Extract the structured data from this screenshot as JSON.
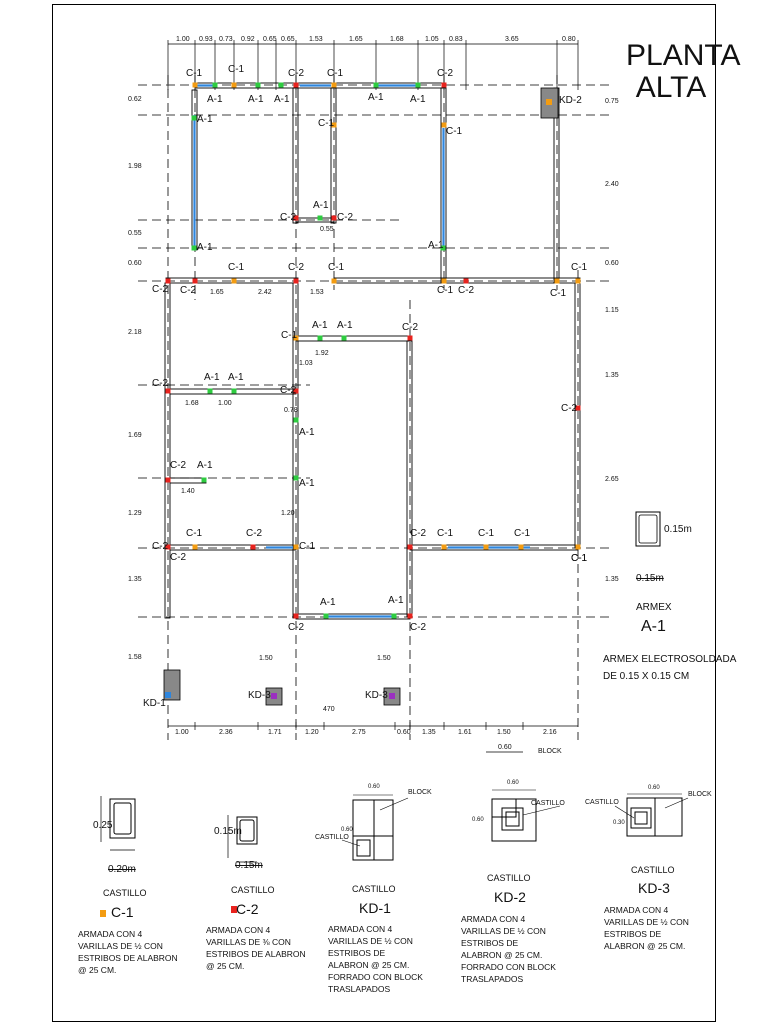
{
  "title": {
    "line1": "PLANTA",
    "line2": "ALTA"
  },
  "column_tags": {
    "c1": "C-1",
    "c2": "C-2",
    "a1": "A-1",
    "kd1": "KD-1",
    "kd2": "KD-2",
    "kd3": "KD-3"
  },
  "top_dims": [
    "1.00",
    "0.93",
    "0.73",
    "0.92",
    "0.65",
    "0.65",
    "1.53",
    "1.65",
    "1.68",
    "1.05",
    "0.83",
    "3.65",
    "0.80"
  ],
  "bottom_dims": [
    "1.00",
    "2.36",
    "1.71",
    "1.20",
    "2.75",
    "0.60",
    "1.35",
    "1.61",
    "1.50",
    "2.16"
  ],
  "left_dims": [
    "0.62",
    "1.98",
    "0.55",
    "0.60",
    "2.18",
    "1.69",
    "1.29",
    "1.35",
    "1.58"
  ],
  "right_dims": [
    "0.75",
    "2.40",
    "0.60",
    "1.15",
    "1.35",
    "2.65",
    "1.35"
  ],
  "interior_dims": [
    "0.55",
    "1.65",
    "2.42",
    "1.53",
    "1.92",
    "1.03",
    "1.68",
    "1.00",
    "0.78",
    "1.40",
    "1.20",
    "1.50",
    "1.50",
    "470",
    "0.60"
  ],
  "block_label": "BLOCK",
  "armex": {
    "size_v": "0.15m",
    "size_h": "0.15m",
    "name": "ARMEX",
    "code": "A-1",
    "desc_line1": "ARMEX ELECTROSOLDADA",
    "desc_line2": "DE 0.15 X 0.15 CM"
  },
  "details": [
    {
      "code": "C-1",
      "kind": "CASTILLO",
      "dim_v": "0.25",
      "dim_h": "0.20m",
      "color": "#f39c12",
      "note": "ARMADA CON 4 VARILLAS DE ½ CON ESTRIBOS DE ALABRON @ 25 CM."
    },
    {
      "code": "C-2",
      "kind": "CASTILLO",
      "dim_v": "0.15m",
      "dim_h": "0.15m",
      "color": "#e8231e",
      "note": "ARMADA CON 4 VARILLAS DE ⅜ CON ESTRIBOS DE ALABRON @ 25 CM."
    },
    {
      "code": "KD-1",
      "kind": "CASTILLO",
      "dim_v": "0.60",
      "dim_h": "0.60",
      "label_castillo": "CASTILLO",
      "label_block": "BLOCK",
      "note": "ARMADA CON 4 VARILLAS DE ½ CON ESTRIBOS DE ALABRON @ 25 CM. FORRADO CON BLOCK TRASLAPADOS"
    },
    {
      "code": "KD-2",
      "kind": "CASTILLO",
      "dim_v": "0.60",
      "dim_h": "0.60",
      "label_castillo": "CASTILLO",
      "label_block": "BLOCK",
      "note": "ARMADA CON 4 VARILLAS DE ½ CON ESTRIBOS DE ALABRON @ 25 CM. FORRADO CON BLOCK TRASLAPADOS"
    },
    {
      "code": "KD-3",
      "kind": "CASTILLO",
      "dim_v": "0.30",
      "dim_h": "0.60",
      "label_castillo": "CASTILLO",
      "label_block": "BLOCK",
      "note": "ARMADA CON 4 VARILLAS DE ½ CON ESTRIBOS DE ALABRON @ 25 CM."
    }
  ],
  "colors": {
    "c1": "#f39c12",
    "c2": "#e8231e",
    "a1": "#2ecc40",
    "wall_blue": "#2e86de",
    "kd1": "#2e86de",
    "kd2": "#f39c12",
    "kd3": "#9b30c0"
  }
}
